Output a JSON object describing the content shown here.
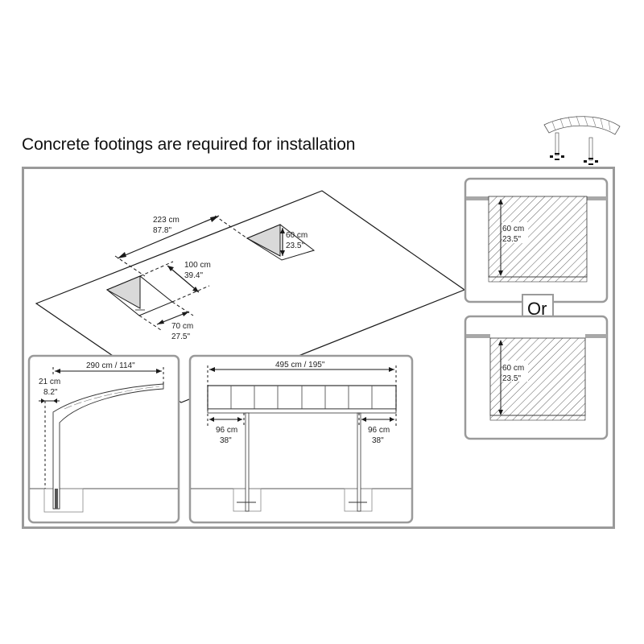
{
  "header": {
    "title": "Concrete footings are required for installation"
  },
  "thumbnail": {
    "icon": "carport-overview-icon",
    "description": "Carport with curved roof on two posts with footing markers"
  },
  "site_plan": {
    "post_spacing": {
      "cm": "223 cm",
      "in": "87.8\""
    },
    "footing_length": {
      "cm": "100 cm",
      "in": "39.4\""
    },
    "footing_width": {
      "cm": "70 cm",
      "in": "27.5\""
    },
    "footing_depth": {
      "cm": "60 cm",
      "in": "23.5\""
    }
  },
  "side_view": {
    "roof_depth": "290 cm / 114\"",
    "offset": {
      "cm": "21 cm",
      "in": "8.2\""
    }
  },
  "front_view": {
    "roof_width": "495 cm / 195\"",
    "left_overhang": {
      "cm": "96 cm",
      "in": "38\""
    },
    "right_overhang": {
      "cm": "96 cm",
      "in": "38\""
    },
    "panel_count": 8
  },
  "footing_options": {
    "option_a": {
      "depth_cm": "60 cm",
      "depth_in": "23.5\""
    },
    "separator": "Or",
    "option_b": {
      "depth_cm": "60 cm",
      "depth_in": "23.5\""
    }
  },
  "colors": {
    "frame_border": "#9a9a9a",
    "line": "#1a1a1a",
    "pit_shade": "#d9d9d9",
    "ground_cap": "#a8a8a8"
  }
}
